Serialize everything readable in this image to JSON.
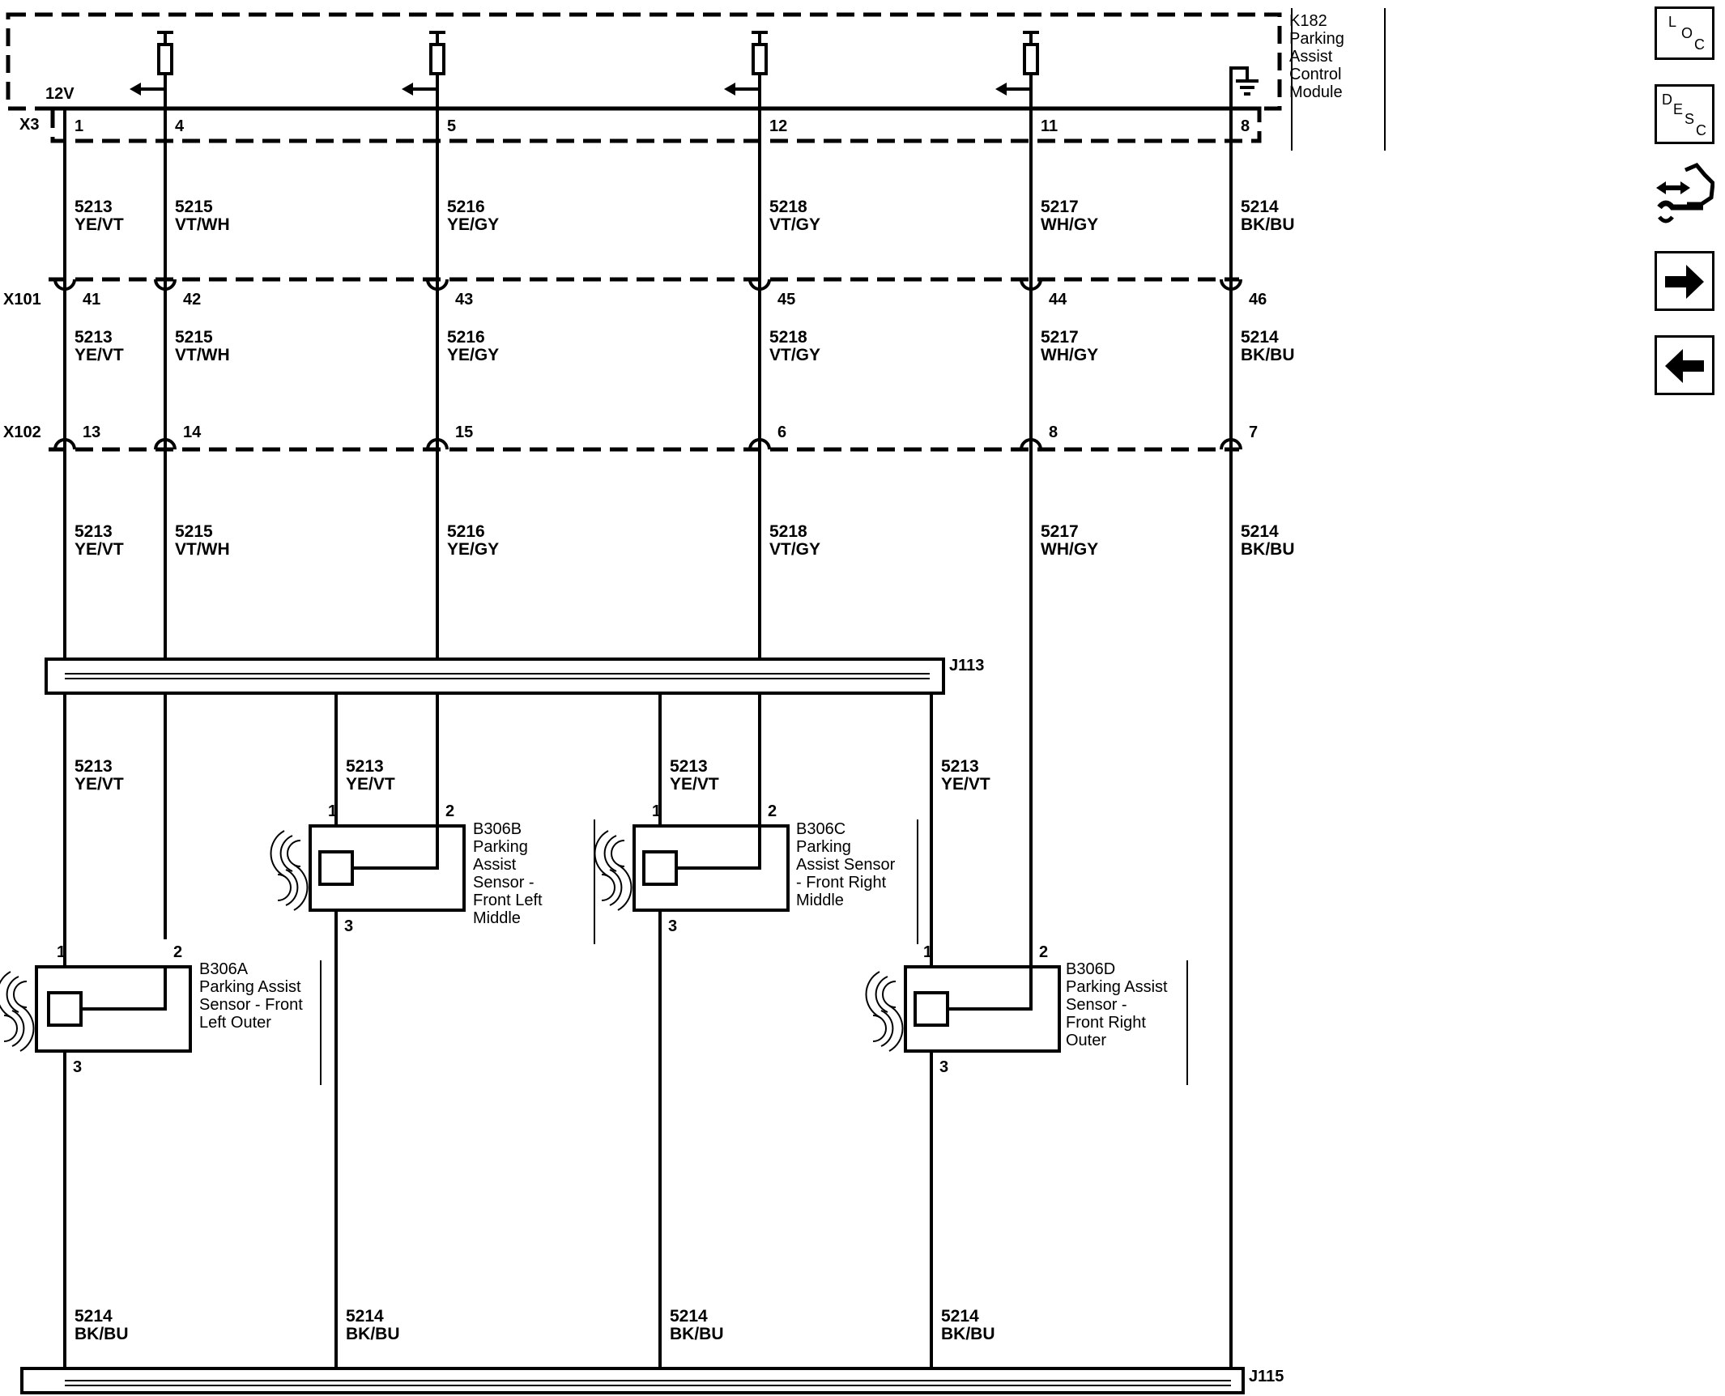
{
  "module": {
    "ref": "K182",
    "name_lines": [
      "Parking",
      "Assist",
      "Control",
      "Module"
    ],
    "connector": "X3",
    "supply_label": "12V",
    "pins": [
      "1",
      "4",
      "5",
      "12",
      "11",
      "8"
    ]
  },
  "connectors": [
    {
      "name": "X101",
      "pins": [
        "41",
        "42",
        "43",
        "45",
        "44",
        "46"
      ]
    },
    {
      "name": "X102",
      "pins": [
        "13",
        "14",
        "15",
        "6",
        "8",
        "7"
      ]
    }
  ],
  "circuits": [
    {
      "number": "5213",
      "color": "YE/VT"
    },
    {
      "number": "5215",
      "color": "VT/WH"
    },
    {
      "number": "5216",
      "color": "YE/GY"
    },
    {
      "number": "5218",
      "color": "VT/GY"
    },
    {
      "number": "5217",
      "color": "WH/GY"
    },
    {
      "number": "5214",
      "color": "BK/BU"
    }
  ],
  "splices": {
    "upper": "J113",
    "lower": "J115"
  },
  "branch_circuit": {
    "number": "5213",
    "color": "YE/VT"
  },
  "ground_circuit": {
    "number": "5214",
    "color": "BK/BU"
  },
  "sensors": [
    {
      "ref": "B306A",
      "desc_lines": [
        "Parking Assist",
        "Sensor - Front",
        "Left Outer"
      ],
      "pin_a": "1",
      "pin_b": "2",
      "pin_c": "3"
    },
    {
      "ref": "B306B",
      "desc_lines": [
        "Parking",
        "Assist",
        "Sensor -",
        "Front Left",
        "Middle"
      ],
      "pin_a": "1",
      "pin_b": "2",
      "pin_c": "3"
    },
    {
      "ref": "B306C",
      "desc_lines": [
        "Parking",
        "Assist Sensor",
        "- Front Right",
        "Middle"
      ],
      "pin_a": "1",
      "pin_b": "2",
      "pin_c": "3"
    },
    {
      "ref": "B306D",
      "desc_lines": [
        "Parking Assist",
        "Sensor -",
        "Front Right",
        "Outer"
      ],
      "pin_a": "1",
      "pin_b": "2",
      "pin_c": "3"
    }
  ],
  "nav": {
    "loc": {
      "letters": [
        "L",
        "O",
        "C"
      ]
    },
    "desc": {
      "letters": [
        "D",
        "E",
        "S",
        "C"
      ]
    },
    "icons": [
      "connector-end-view-icon",
      "next-arrow-icon",
      "previous-arrow-icon"
    ]
  }
}
